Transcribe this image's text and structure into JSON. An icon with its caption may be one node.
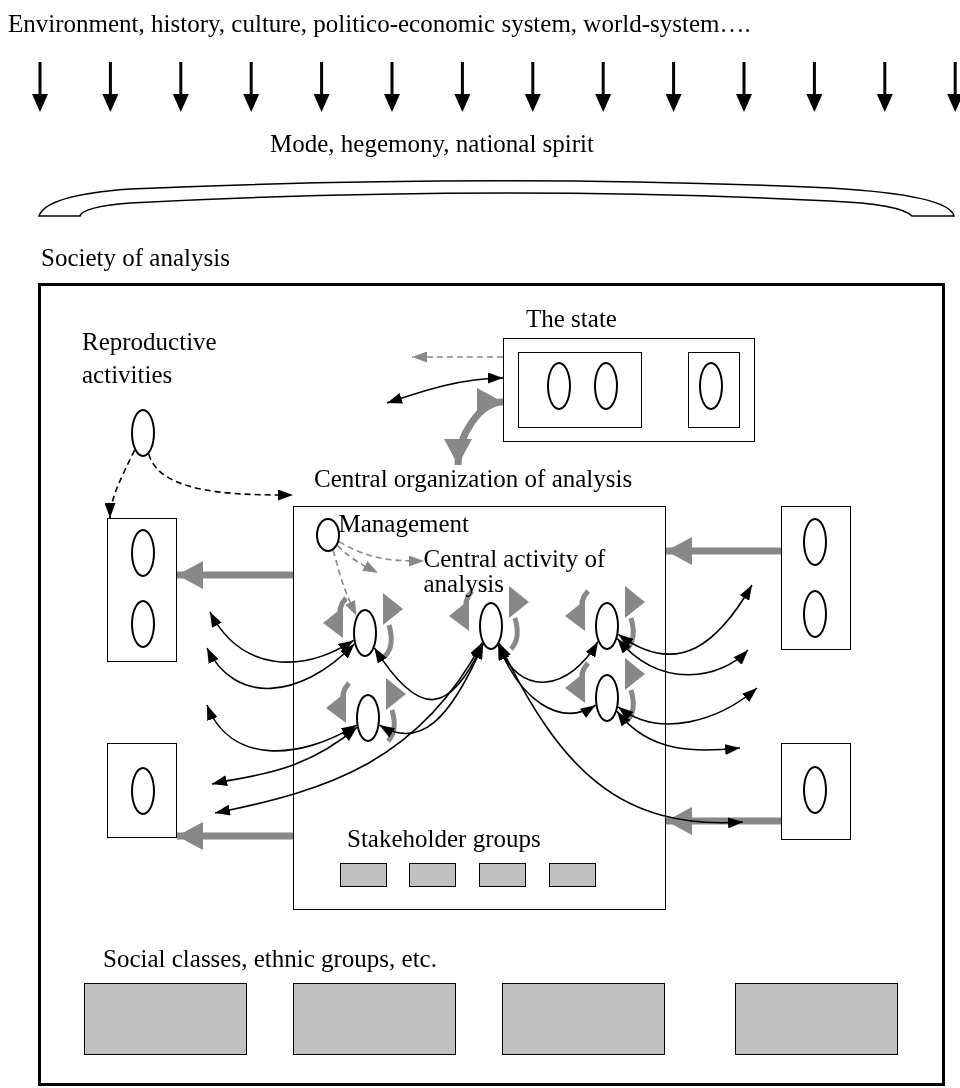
{
  "diagram": {
    "nodes": [
      {
        "text": [
          "Society of analysis"
        ]
      },
      {
        "text": [
          "The state"
        ],
        "in": 0
      },
      {
        "text": [],
        "shape": "box",
        "in": 1
      },
      {
        "text": [],
        "shape": "ellipse",
        "in": 2
      },
      {
        "text": [],
        "shape": "ellipse",
        "in": 2
      },
      {
        "text": [],
        "shape": "box",
        "in": 1
      },
      {
        "text": [],
        "shape": "ellipse",
        "in": 5
      },
      {
        "text": [
          "Reproductive activities"
        ],
        "in": 0
      },
      {
        "text": [
          "Central organization of analysis"
        ],
        "in": 0
      },
      {
        "text": [
          "Management"
        ],
        "in": 8
      },
      {
        "text": [],
        "shape": "box",
        "in": 0
      },
      {
        "text": [],
        "shape": "ellipse",
        "in": 10
      },
      {
        "text": [],
        "shape": "ellipse",
        "in": 10
      },
      {
        "text": [],
        "shape": "box",
        "in": 0
      },
      {
        "text": [],
        "shape": "ellipse",
        "in": 13
      },
      {
        "text": [],
        "shape": "box",
        "in": 0
      },
      {
        "text": [],
        "shape": "ellipse",
        "in": 15
      },
      {
        "text": [],
        "shape": "ellipse",
        "in": 15
      },
      {
        "text": [],
        "shape": "box",
        "in": 0
      },
      {
        "text": [],
        "shape": "ellipse",
        "in": 18
      },
      {
        "text": [],
        "shape": "ellipse",
        "in": 8
      },
      {
        "text": [],
        "shape": "ellipse",
        "in": 8
      },
      {
        "text": [],
        "shape": "ellipse",
        "in": 8
      },
      {
        "text": [],
        "shape": "ellipse",
        "in": 8
      },
      {
        "text": [],
        "shape": "ellipse",
        "in": 8
      },
      {
        "text": [],
        "shape": "box",
        "in": 8
      },
      {
        "text": [],
        "shape": "box",
        "in": 8
      },
      {
        "text": [],
        "shape": "box",
        "in": 8
      },
      {
        "text": [],
        "shape": "box",
        "in": 8
      },
      {
        "text": [],
        "shape": "box",
        "in": 0
      },
      {
        "text": [],
        "shape": "box",
        "in": 0
      },
      {
        "text": [],
        "shape": "box",
        "in": 0
      },
      {
        "text": [],
        "shape": "box",
        "in": 0
      },
      {
        "text": [
          "Mode, hegemony, national spirit"
        ]
      },
      {
        "text": [
          "Central activity of analysis"
        ],
        "in": 8
      }
    ],
    "edges": [
      {
        "from": 7,
        "to": 10,
        "arrow": "to",
        "style": "dashed"
      },
      {
        "from": 7,
        "to": 8,
        "arrow": "to",
        "style": "dashed"
      },
      {
        "from": 1,
        "to": null,
        "arrow": "to",
        "style": "dashed",
        "color": "#888888"
      },
      {
        "from": 1,
        "to": null,
        "arrow": "both"
      },
      {
        "from": 1,
        "to": 8,
        "arrow": "both",
        "style": "thick",
        "color": "#888888"
      },
      {
        "from": 9,
        "to": 20,
        "arrow": "to",
        "style": "dashed",
        "color": "#888888"
      },
      {
        "from": 9,
        "to": 34,
        "arrow": "to",
        "style": "dashed",
        "color": "#888888"
      },
      {
        "from": 9,
        "to": null,
        "arrow": "to",
        "style": "dashed",
        "color": "#888888"
      },
      {
        "from": 8,
        "to": 10,
        "arrow": "to",
        "style": "thick",
        "color": "#888888"
      },
      {
        "from": 15,
        "to": 8,
        "arrow": "to",
        "style": "thick",
        "color": "#888888"
      },
      {
        "from": 18,
        "to": 8,
        "arrow": "to",
        "style": "thick",
        "color": "#888888"
      },
      {
        "from": 8,
        "to": 13,
        "arrow": "to",
        "style": "thick",
        "color": "#888888"
      },
      {
        "from": 20,
        "to": null,
        "arrow": "both"
      },
      {
        "from": 20,
        "to": null,
        "arrow": "both"
      },
      {
        "from": 23,
        "to": null,
        "arrow": "both"
      },
      {
        "from": 23,
        "to": null,
        "arrow": "both"
      },
      {
        "from": 21,
        "to": null,
        "arrow": "both"
      },
      {
        "from": 20,
        "to": 21,
        "arrow": "both"
      },
      {
        "from": 21,
        "to": 23,
        "arrow": "both"
      },
      {
        "from": 21,
        "to": 22,
        "arrow": "both"
      },
      {
        "from": 21,
        "to": 24,
        "arrow": "both"
      },
      {
        "from": 21,
        "to": null,
        "arrow": "both"
      },
      {
        "from": 22,
        "to": null,
        "arrow": "both"
      },
      {
        "from": 22,
        "to": null,
        "arrow": "both"
      },
      {
        "from": 24,
        "to": null,
        "arrow": "both"
      },
      {
        "from": 24,
        "to": null,
        "arrow": "both"
      }
    ],
    "labels": [
      "Environment, history, culture, politico-economic system, world-system….",
      "Stakeholder groups",
      "Social classes, ethnic groups, etc."
    ]
  }
}
